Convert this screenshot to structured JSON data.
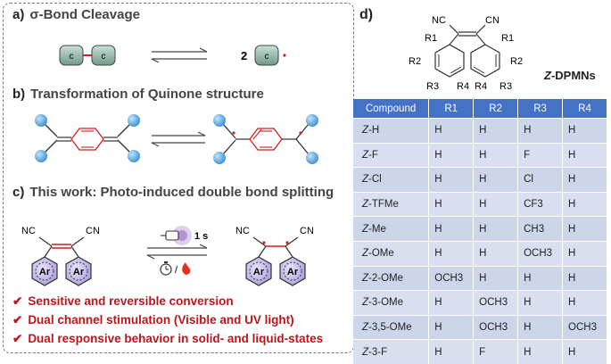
{
  "panels": {
    "a": {
      "label": "a)",
      "title": "σ-Bond Cleavage",
      "atom_label": "c",
      "coefficient": "2"
    },
    "b": {
      "label": "b)",
      "title": "Transformation of Quinone structure"
    },
    "c": {
      "label": "c)",
      "title": "This work: Photo-induced double bond splitting",
      "substituent": "NC",
      "substituent2": "CN",
      "ring_label": "Ar",
      "time_label": "1 s"
    },
    "d": {
      "label": "d)",
      "molecule_name_prefix": "Z",
      "molecule_name_suffix": "-DPMNs",
      "r_labels": [
        "R1",
        "R2",
        "R3",
        "R4"
      ],
      "cn_labels": [
        "NC",
        "CN"
      ]
    }
  },
  "bullets": [
    "Sensitive and reversible conversion",
    "Dual channel stimulation (Visible and UV light)",
    "Dual responsive behavior in solid- and liquid-states"
  ],
  "table": {
    "headers": [
      "Compound",
      "R1",
      "R2",
      "R3",
      "R4"
    ],
    "rows": [
      {
        "prefix": "Z",
        "name": "-H",
        "r1": "H",
        "r2": "H",
        "r3": "H",
        "r4": "H"
      },
      {
        "prefix": "Z",
        "name": "-F",
        "r1": "H",
        "r2": "H",
        "r3": "F",
        "r4": "H"
      },
      {
        "prefix": "Z",
        "name": "-Cl",
        "r1": "H",
        "r2": "H",
        "r3": "Cl",
        "r4": "H"
      },
      {
        "prefix": "Z",
        "name": "-TFMe",
        "r1": "H",
        "r2": "H",
        "r3": "CF3",
        "r4": "H"
      },
      {
        "prefix": "Z",
        "name": "-Me",
        "r1": "H",
        "r2": "H",
        "r3": "CH3",
        "r4": "H"
      },
      {
        "prefix": "Z",
        "name": "-OMe",
        "r1": "H",
        "r2": "H",
        "r3": "OCH3",
        "r4": "H"
      },
      {
        "prefix": "Z",
        "name": "-2-OMe",
        "r1": "OCH3",
        "r2": "H",
        "r3": "H",
        "r4": "H"
      },
      {
        "prefix": "Z",
        "name": "-3-OMe",
        "r1": "H",
        "r2": "OCH3",
        "r3": "H",
        "r4": "H"
      },
      {
        "prefix": "Z",
        "name": "-3,5-OMe",
        "r1": "H",
        "r2": "OCH3",
        "r3": "H",
        "r4": "OCH3"
      },
      {
        "prefix": "Z",
        "name": "-3-F",
        "r1": "H",
        "r2": "F",
        "r3": "H",
        "r4": "H"
      }
    ]
  },
  "colors": {
    "accent_red": "#c0141c",
    "table_header": "#4472c4",
    "sphere": "#5ea6dc",
    "box_green": "#8fb9a8"
  }
}
